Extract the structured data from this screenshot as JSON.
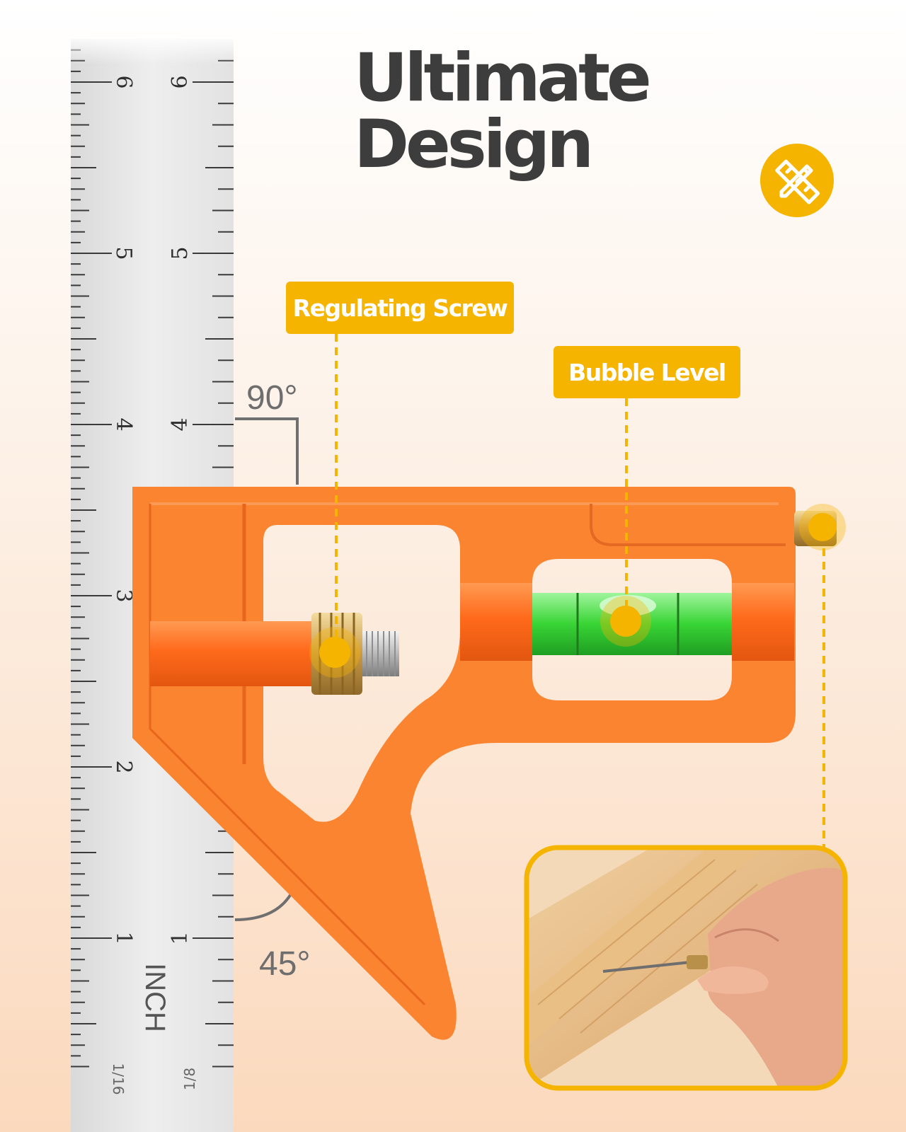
{
  "title": "Ultimate Design",
  "badge_icon": "pencil-ruler-icon",
  "callouts": {
    "regulating_screw": "Regulating Screw",
    "bubble_level": "Bubble Level"
  },
  "angles": {
    "right": "90°",
    "miter": "45°"
  },
  "ruler": {
    "unit_label": "INCH",
    "fine_scale": "1/16",
    "coarse_scale": "1/8",
    "numbers": [
      "1",
      "2",
      "3",
      "4",
      "5",
      "6"
    ]
  },
  "colors": {
    "accent": "#f5b400",
    "tool_body": "#fb8430",
    "level_vial": "#3fdc3a",
    "title_text": "#3d3d3d"
  }
}
